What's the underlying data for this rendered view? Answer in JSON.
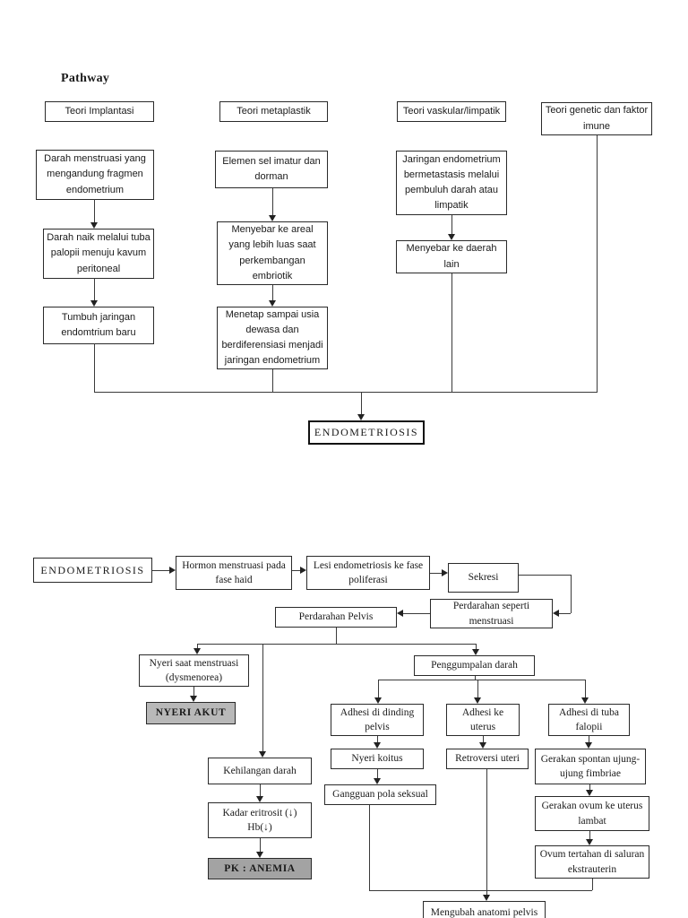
{
  "title": "Pathway",
  "colors": {
    "nyeri_akut_fill": "#b8b8b8",
    "pk_anemia_fill": "#a3a3a3",
    "line_color": "#3a3a3a",
    "border_color": "#2a2a2a"
  },
  "nodes": {
    "teori_implantasi": "Teori Implantasi",
    "darah_menstruasi": "Darah menstruasi yang mengandung fragmen endometrium",
    "darah_naik": "Darah naik melalui tuba palopii menuju kavum peritoneal",
    "tumbuh_jaringan": "Tumbuh jaringan endomtrium baru",
    "teori_metaplastik": "Teori metaplastik",
    "elemen_sel": "Elemen sel imatur dan dorman",
    "menyebar_areal": "Menyebar ke areal yang lebih luas saat perkembangan embriotik",
    "menetap": "Menetap sampai usia dewasa dan berdiferensiasi menjadi jaringan endometrium",
    "teori_vaskular": "Teori vaskular/limpatik",
    "jaringan_endometrium": "Jaringan endometrium bermetastasis melalui pembuluh darah atau limpatik",
    "menyebar_daerah": "Menyebar ke daerah lain",
    "teori_genetic": "Teori genetic dan faktor imune",
    "endometriosis_top": "ENDOMETRIOSIS",
    "endometriosis_bottom": "ENDOMETRIOSIS",
    "hormon": "Hormon menstruasi pada fase haid",
    "lesi": "Lesi endometriosis ke fase poliferasi",
    "sekresi": "Sekresi",
    "perdarahan_seperti": "Perdarahan seperti menstruasi",
    "perdarahan_pelvis": "Perdarahan Pelvis",
    "nyeri_saat": "Nyeri saat menstruasi (dysmenorea)",
    "nyeri_akut": "NYERI AKUT",
    "kehilangan_darah": "Kehilangan darah",
    "kadar_eritrosit": "Kadar eritrosit (↓) Hb(↓)",
    "pk_anemia": "PK : ANEMIA",
    "penggumpalan": "Penggumpalan darah",
    "adhesi_dinding": "Adhesi di dinding pelvis",
    "nyeri_koitus": "Nyeri koitus",
    "gangguan_pola": "Gangguan pola seksual",
    "adhesi_uterus": "Adhesi ke uterus",
    "retroversi": "Retroversi uteri",
    "adhesi_tuba": "Adhesi di tuba falopii",
    "gerakan_spontan": "Gerakan spontan ujung-ujung fimbriae",
    "gerakan_ovum": "Gerakan ovum ke uterus lambat",
    "ovum_tertahan": "Ovum tertahan di saluran ekstrauterin",
    "mengubah_anatomi": "Mengubah anatomi pelvis"
  }
}
